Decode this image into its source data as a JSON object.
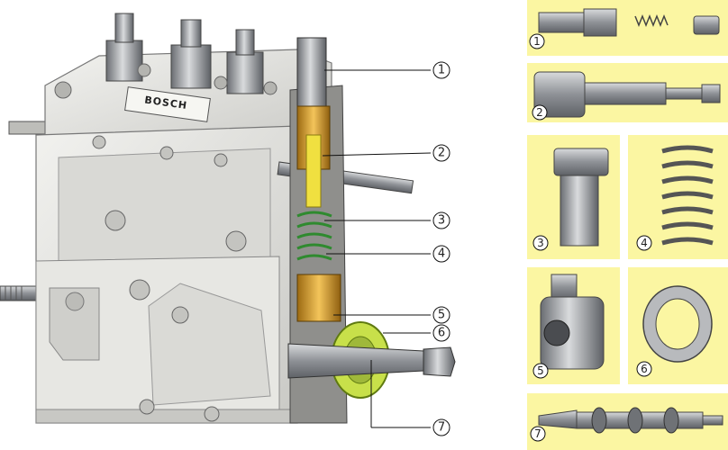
{
  "brand_plate": "BOSCH",
  "callouts": [
    {
      "label": "1"
    },
    {
      "label": "2"
    },
    {
      "label": "3"
    },
    {
      "label": "4"
    },
    {
      "label": "5"
    },
    {
      "label": "6"
    },
    {
      "label": "7"
    }
  ],
  "panels": [
    {
      "label": "1"
    },
    {
      "label": "2"
    },
    {
      "label": "3"
    },
    {
      "label": "4"
    },
    {
      "label": "5"
    },
    {
      "label": "6"
    },
    {
      "label": "7"
    }
  ],
  "colors": {
    "panel_bg": "#fbf6a2",
    "housing": "#e4e4e0",
    "housing_shadow": "#a9a9a6",
    "brass": "#d4a030",
    "yellow_part": "#f0e040",
    "spring_green": "#3a9a3a",
    "bearing_green": "#c8e04a",
    "steel": "#8a8d92"
  }
}
